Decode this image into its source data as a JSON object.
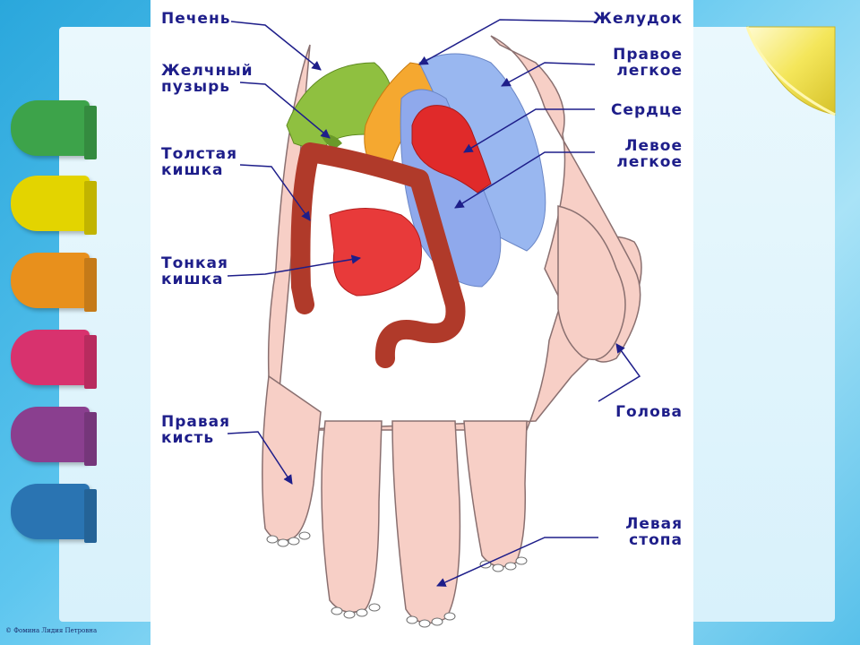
{
  "labels": {
    "liver": "Печень",
    "gallbladder": "Желчный\nпузырь",
    "large_intestine": "Толстая\nкишка",
    "small_intestine": "Тонкая\nкишка",
    "right_hand": "Правая\nкисть",
    "stomach": "Желудок",
    "right_lung": "Правое\nлегкое",
    "heart": "Сердце",
    "left_lung": "Левое\nлегкое",
    "head": "Голова",
    "left_foot": "Левая\nстопа"
  },
  "copyright": "© Фомина Лидия Петровна",
  "colors": {
    "label_text": "#1e1e8a",
    "tab_green": "#3da34a",
    "tab_yellow": "#e3d400",
    "tab_orange": "#e8901c",
    "tab_pink": "#d8326e",
    "tab_purple": "#8a3f8f",
    "tab_blue": "#2a74b2"
  }
}
